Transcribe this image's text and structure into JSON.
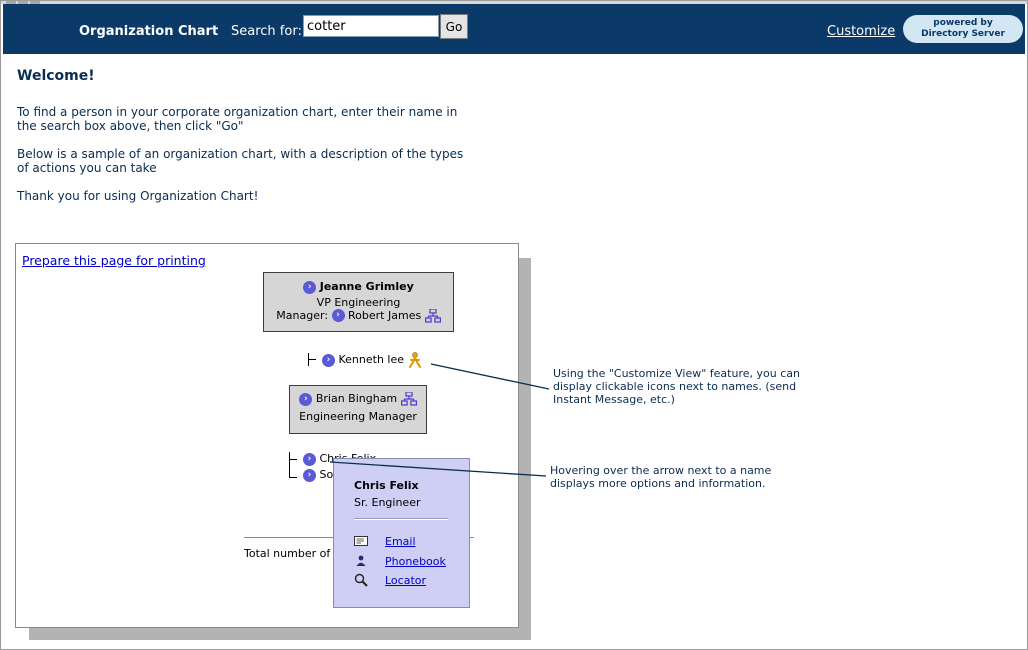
{
  "header": {
    "title": "Organization Chart",
    "search_label": "Search for:",
    "search_value": "cotter",
    "go_label": "Go",
    "customize_label": "Customize",
    "powered_line1": "powered by",
    "powered_line2": "Directory Server"
  },
  "intro": {
    "welcome": "Welcome!",
    "p1": "To find a person in your corporate organization chart, enter their name in the search box above, then click \"Go\"",
    "p2": "Below is a sample of an organization chart, with a description of the types of actions you can take",
    "p3": "Thank you for using Organization Chart!"
  },
  "sample": {
    "print_link": "Prepare this page for printing",
    "top_card": {
      "name": "Jeanne Grimley",
      "title": "VP Engineering",
      "manager_label": "Manager:",
      "manager_name": "Robert James"
    },
    "kenneth": "Kenneth lee",
    "mid_card": {
      "name": "Brian Bingham",
      "title": "Engineering Manager"
    },
    "reports": [
      "Chris Felix",
      "So"
    ],
    "total_label": "Total number of",
    "popup": {
      "name": "Chris Felix",
      "title": "Sr. Engineer",
      "links": [
        "Email",
        "Phonebook",
        "Locator"
      ]
    }
  },
  "callouts": {
    "customize_view": "Using the \"Customize View\" feature, you can display clickable icons next to names. (send Instant Message, etc.)",
    "hover": "Hovering over the arrow next to a name displays more options and information."
  },
  "colors": {
    "header_bg": "#0b3a68",
    "text": "#0a2d52",
    "link": "#0000c8",
    "popup_bg": "#cfcff5",
    "card_bg": "#d6d6d6"
  }
}
